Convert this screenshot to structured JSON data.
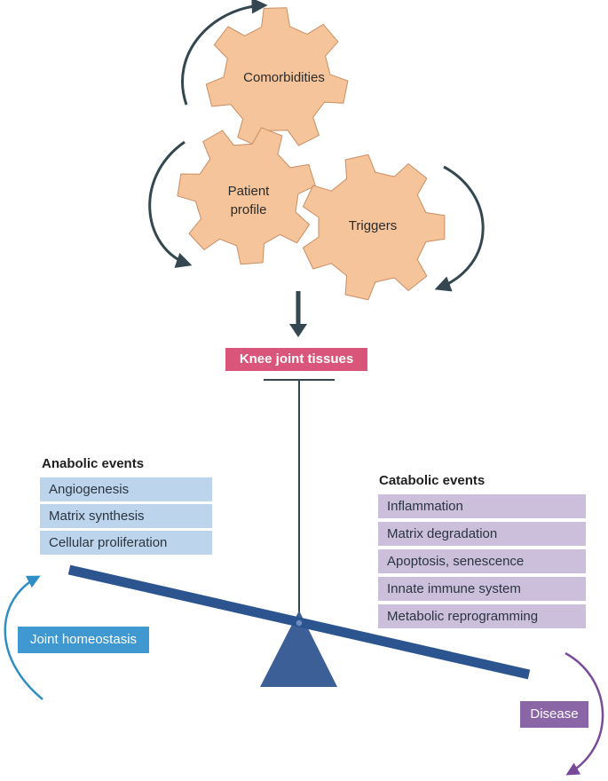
{
  "gears": {
    "comorbidities": "Comorbidities",
    "patient_profile_line1": "Patient",
    "patient_profile_line2": "profile",
    "triggers": "Triggers"
  },
  "center_label": "Knee joint tissues",
  "anabolic": {
    "heading": "Anabolic events",
    "items": [
      "Angiogenesis",
      "Matrix synthesis",
      "Cellular proliferation"
    ]
  },
  "catabolic": {
    "heading": "Catabolic events",
    "items": [
      "Inflammation",
      "Matrix degradation",
      "Apoptosis, senescence",
      "Innate immune system",
      "Metabolic reprogramming"
    ]
  },
  "homeostasis_label": "Joint homeostasis",
  "disease_label": "Disease",
  "colors": {
    "gear_fill": "#f6c49a",
    "gear_stroke": "#c98e62",
    "dark_arrow": "#34464f",
    "center_label_bg": "#d9557a",
    "anabolic_box": "#bdd5ec",
    "catabolic_box": "#cbbfdc",
    "beam": "#2c5590",
    "fulcrum": "#3d5f98",
    "homeostasis_bg": "#3f98d0",
    "homeostasis_arrow": "#2f8ec4",
    "disease_bg": "#8a66a7",
    "disease_arrow": "#7a4a9a"
  }
}
